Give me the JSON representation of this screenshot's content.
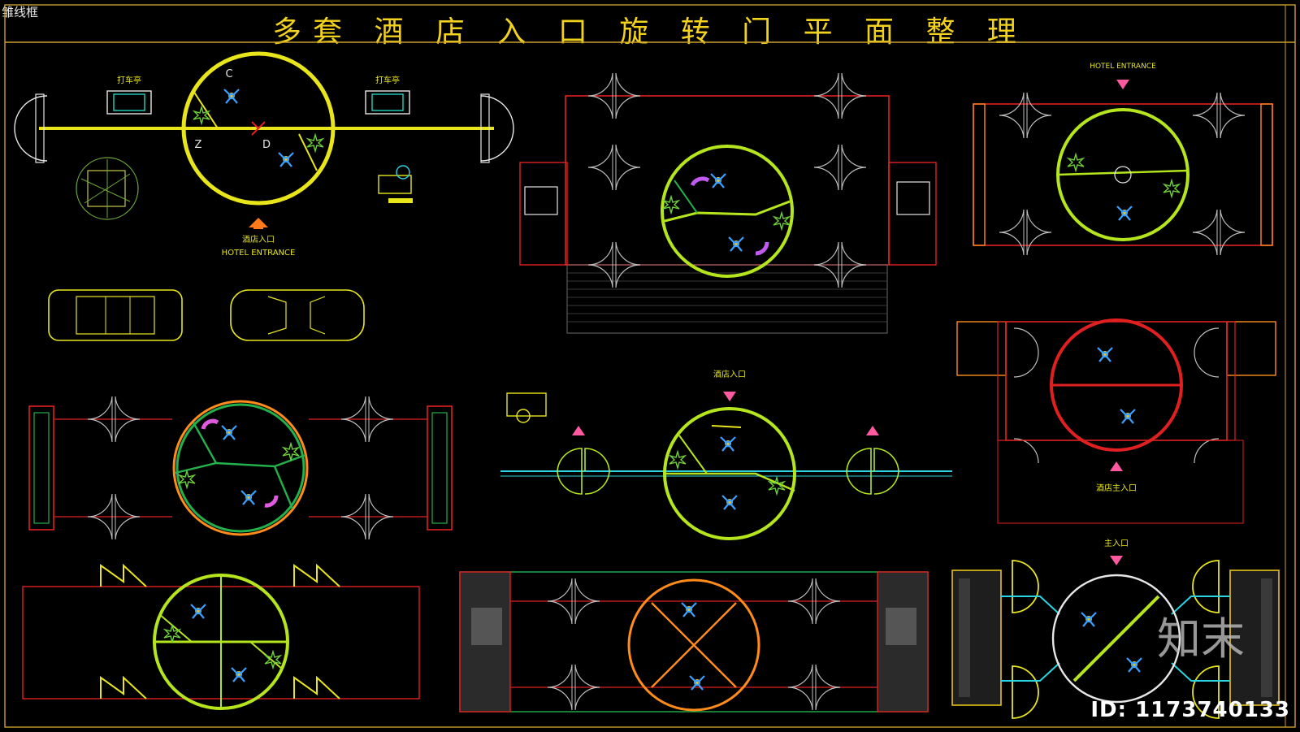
{
  "header": {
    "corner_tag": "雏线框",
    "title": "多套 酒 店 入 口 旋 转 门 平 面 整 理"
  },
  "labels": {
    "taxi_stand_left": "打车亭",
    "taxi_stand_right": "打车亭",
    "door_c": "C",
    "door_z": "Z",
    "door_d": "D",
    "hotel_entrance_cn_1": "酒店入口",
    "hotel_entrance_en_1": "HOTEL ENTRANCE",
    "hotel_entrance_en_2": "HOTEL ENTRANCE",
    "hotel_entrance_cn_2": "酒店入口",
    "hotel_main_entrance": "酒店主入口",
    "main_entrance_short": "主入口"
  },
  "footer": {
    "watermark_logo": "知末",
    "id_label": "ID: 1173740133"
  },
  "colors": {
    "title": "#f2d21c",
    "yellow": "#e8e61a",
    "yellow_green": "#b5e61d",
    "green": "#22b14c",
    "red": "#e02020",
    "orange": "#ff8c1a",
    "cyan": "#2ad4e0",
    "gray": "#9a9a9a",
    "white": "#e6e6e6",
    "magenta": "#e05ae0",
    "pink": "#ff5a9a",
    "blue": "#3aa0ff"
  },
  "icons": [
    "revolving-door-icon",
    "swing-door-icon",
    "person-icon",
    "plant-icon",
    "car-icon",
    "arrow-icon",
    "taxi-stand-icon"
  ]
}
